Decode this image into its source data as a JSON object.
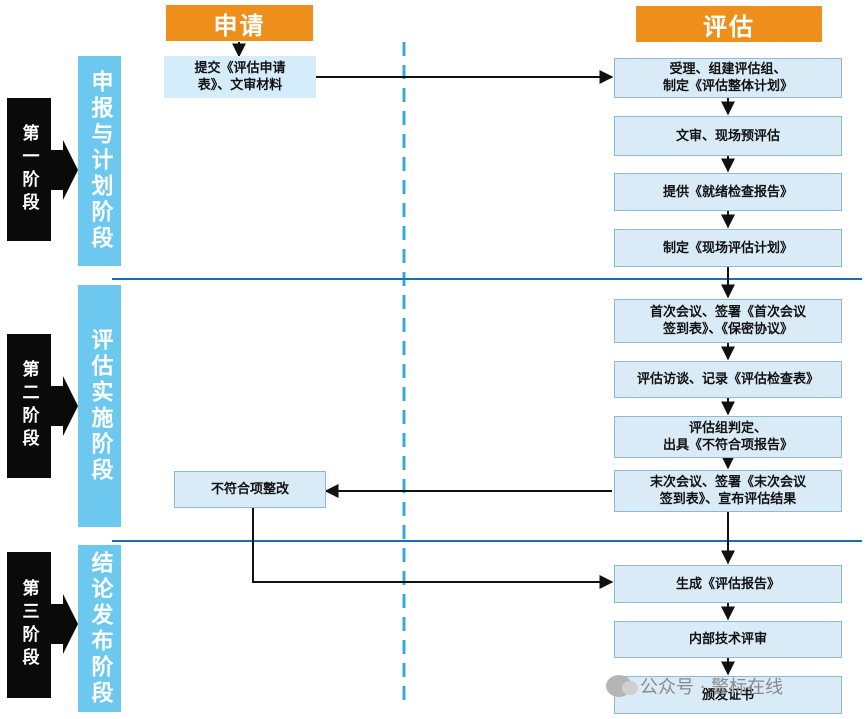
{
  "headers": {
    "apply": "申请",
    "evaluate": "评估"
  },
  "stages": [
    {
      "label": "第一阶段",
      "phase": "申报与计划阶段"
    },
    {
      "label": "第二阶段",
      "phase": "评估实施阶段"
    },
    {
      "label": "第三阶段",
      "phase": "结论发布阶段"
    }
  ],
  "apply_steps": {
    "submit": "提交《评估申请\n表》、文审材料",
    "rectify": "不符合项整改"
  },
  "eval_steps": [
    "受理、组建评估组、\n制定《评估整体计划》",
    "文审、现场预评估",
    "提供《就绪检查报告》",
    "制定《现场评估计划》",
    "首次会议、签署《首次会议\n签到表》、《保密协议》",
    "评估访谈、记录《评估检查表》",
    "评估组判定、\n出具《不符合项报告》",
    "末次会议、签署《末次会议\n签到表》、宣布评估结果",
    "生成《评估报告》",
    "内部技术评审",
    "颁发证书"
  ],
  "watermark": "公众号 · 警标在线",
  "colors": {
    "header": "#ee8f1c",
    "phase": "#6dc8ef",
    "box": "#d9ebf7",
    "stage": "#0a0a0a",
    "line": "#1a6fb0",
    "dash": "#3aa7dd"
  }
}
